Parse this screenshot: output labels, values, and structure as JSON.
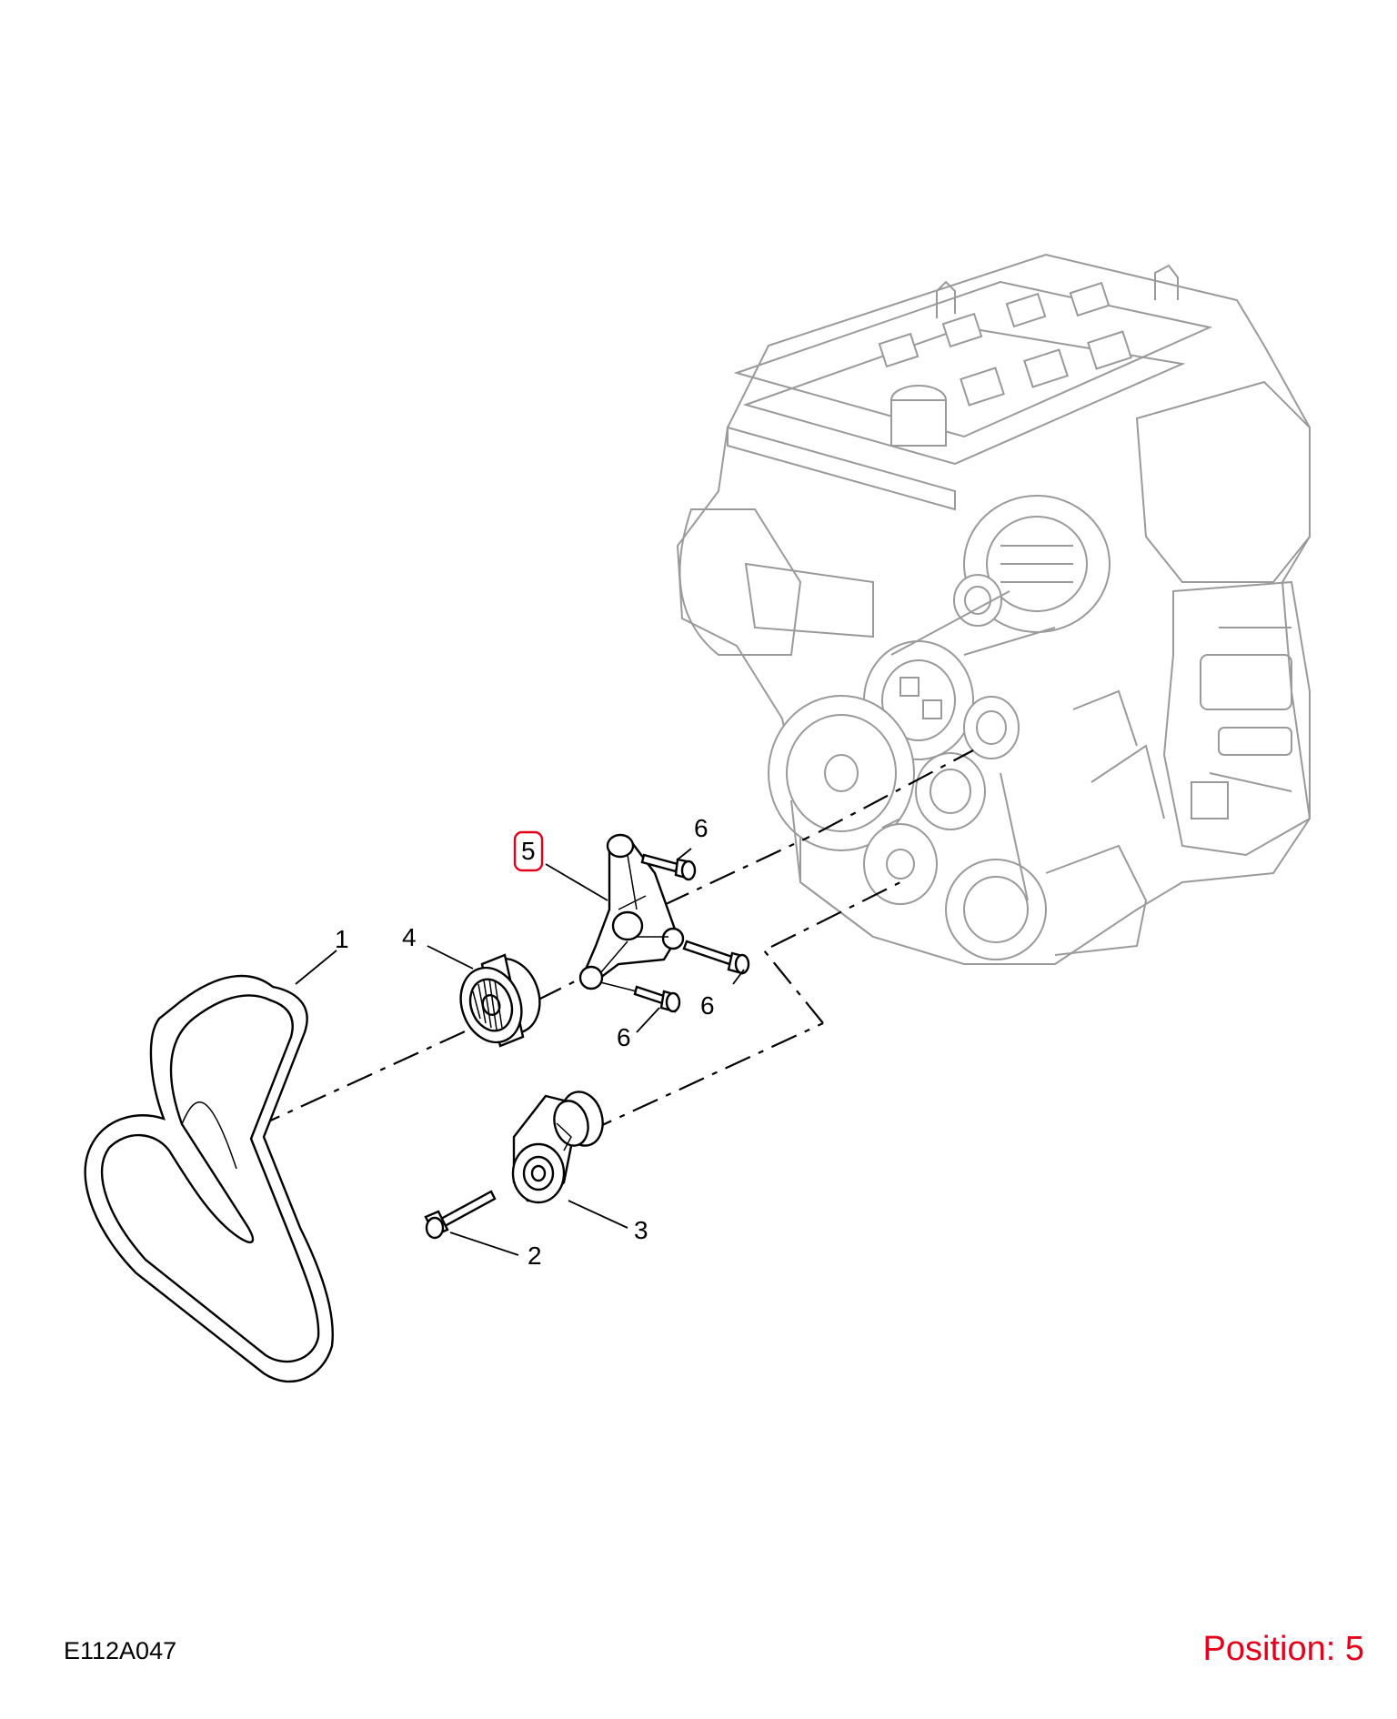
{
  "drawing_code": "E112A047",
  "position_label": "Position: 5",
  "highlight_color": "#e4001b",
  "callouts": {
    "c1": "1",
    "c2": "2",
    "c3": "3",
    "c4": "4",
    "c5": "5",
    "c6a": "6",
    "c6b": "6",
    "c6c": "6"
  },
  "selected_callout": "5",
  "icons": {
    "engine": "engine-illustration",
    "belt": "serpentine-belt",
    "tensioner": "belt-tensioner",
    "idler": "idler-pulley",
    "bracket": "mounting-bracket",
    "bolt": "bolt"
  }
}
